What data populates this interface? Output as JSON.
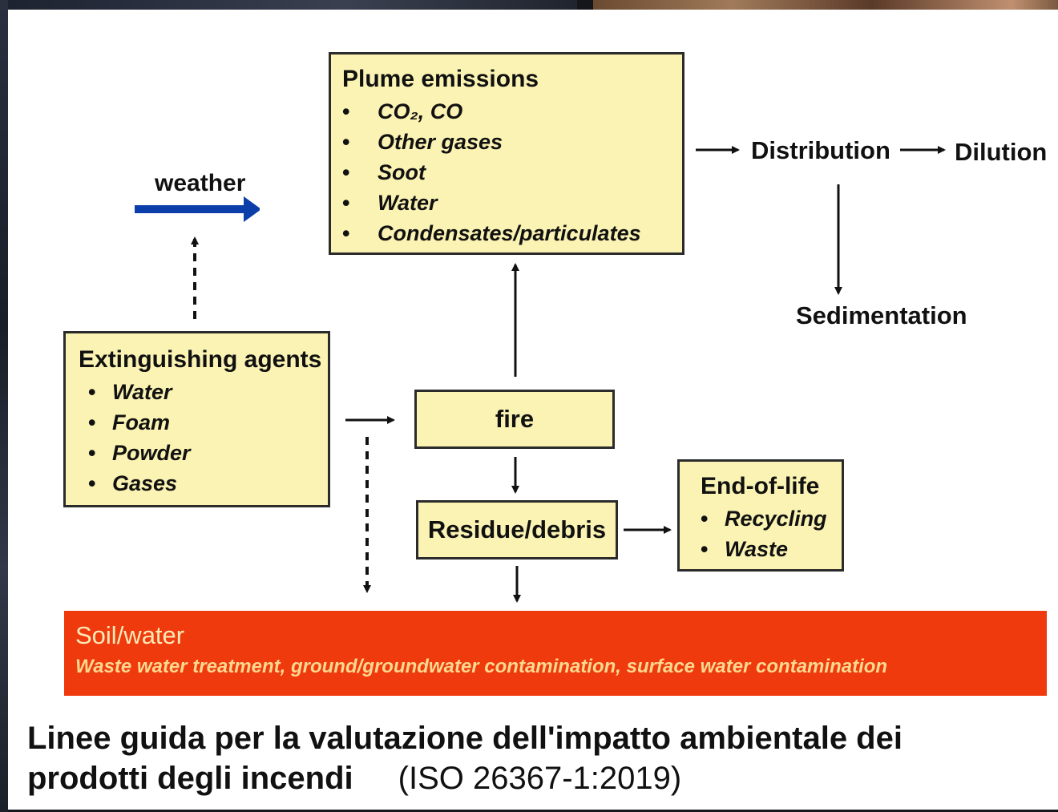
{
  "plume": {
    "title": "Plume emissions",
    "items": [
      "CO₂, CO",
      "Other gases",
      "Soot",
      "Water",
      "Condensates/particulates"
    ]
  },
  "extinguishing": {
    "title": "Extinguishing agents",
    "items": [
      "Water",
      "Foam",
      "Powder",
      "Gases"
    ]
  },
  "fire": {
    "label": "fire"
  },
  "residue": {
    "label": "Residue/debris"
  },
  "end_of_life": {
    "title": "End-of-life",
    "items": [
      "Recycling",
      "Waste"
    ]
  },
  "labels": {
    "weather": "weather",
    "distribution": "Distribution",
    "dilution": "Dilution",
    "sedimentation": "Sedimentation"
  },
  "soil": {
    "title": "Soil/water",
    "description": "Waste water treatment, ground/groundwater contamination, surface water contamination"
  },
  "caption": {
    "line1": "Linee guida per la valutazione dell'impatto ambientale dei",
    "line2": "prodotti degli incendi",
    "reference": "(ISO 26367-1:2019)"
  },
  "colors": {
    "box_fill": "#fbf3b3",
    "soil_fill": "#ee3a0c",
    "weather_arrow": "#0b3ea8"
  }
}
